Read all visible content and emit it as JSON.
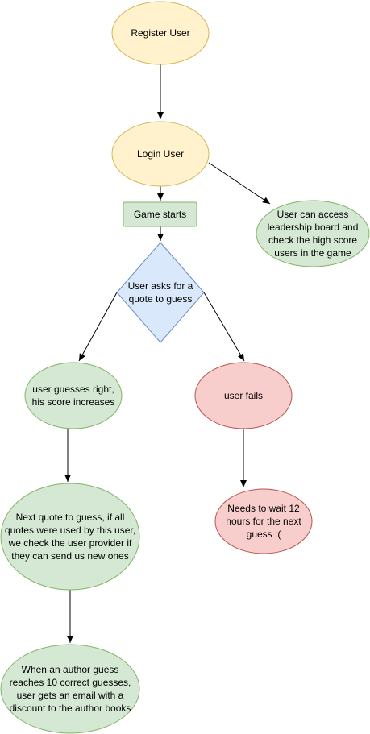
{
  "colors": {
    "yellow_fill": "#fff2cc",
    "yellow_stroke": "#d6b656",
    "green_fill": "#d5e8d4",
    "green_stroke": "#82b366",
    "blue_fill": "#dae8fc",
    "blue_stroke": "#6c8ebf",
    "red_fill": "#f8cecc",
    "red_stroke": "#b85450",
    "edge": "#000000"
  },
  "nodes": {
    "register_user": "Register User",
    "login_user": "Login User",
    "leaderboard": "User can access leadership board and check the high score users in the game",
    "game_starts": "Game starts",
    "ask_quote": "User asks for a quote to guess",
    "guess_right": "user guesses right, his score increases",
    "user_fails": "user fails",
    "next_quote": "Next quote to guess, if all quotes were used by this user, we check the user provider if they can send us new ones",
    "wait_12_hours": "Needs to wait 12 hours for the next guess :(",
    "author_discount": "When an author guess reaches 10 correct guesses, user gets an email with a discount to the author books"
  }
}
